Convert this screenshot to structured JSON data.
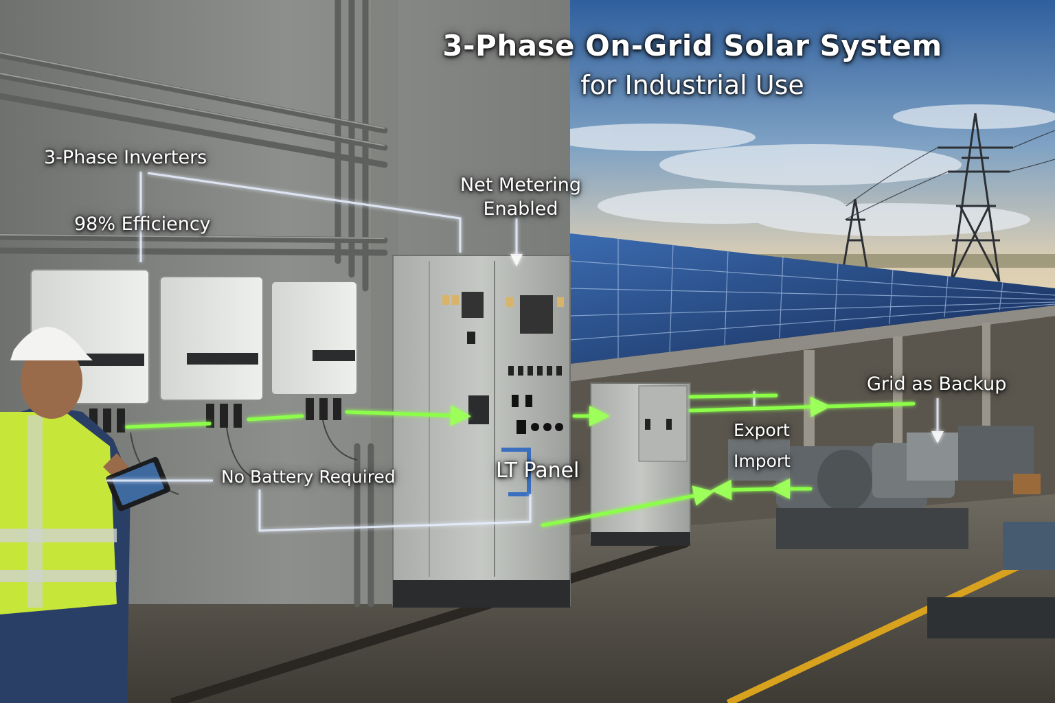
{
  "title": {
    "main": "3-Phase On-Grid Solar System",
    "sub": "for Industrial Use"
  },
  "labels": {
    "inverters": "3-Phase Inverters",
    "efficiency": "98% Efficiency",
    "net_metering": "Net Metering Enabled",
    "no_battery": "No Battery Required",
    "lt_panel": "LT Panel",
    "export": "Export",
    "import": "Import",
    "grid_backup": "Grid as Backup"
  },
  "colors": {
    "flow_green": "#7CFC3A",
    "connector_white": "#E8F0FF",
    "sky_top": "#3A6FB0",
    "wall": "#8A8C8A",
    "panel_cabinet": "#B9BCB8",
    "solar_panel": "#1E3F7A",
    "vest": "#C6E63A",
    "helmet": "#F4F4F2"
  },
  "icons": [
    "hard-hat-worker-icon",
    "tablet-icon",
    "inverter-box-icon",
    "lt-panel-cabinet-icon",
    "solar-array-icon",
    "transmission-tower-icon",
    "industrial-motor-icon"
  ]
}
